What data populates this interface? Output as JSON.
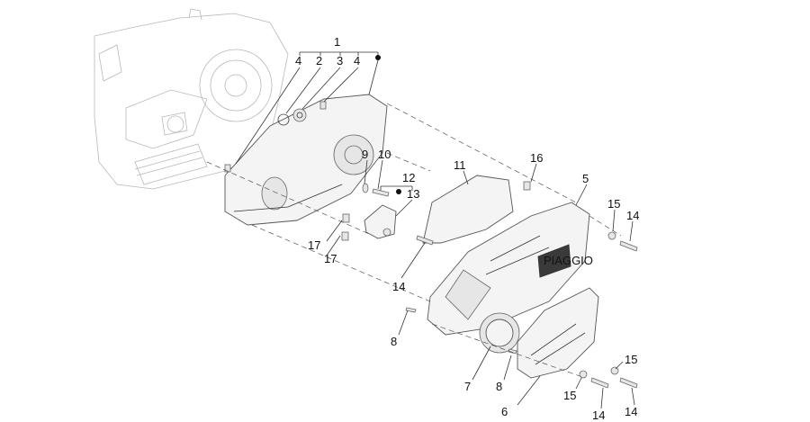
{
  "callouts": [
    {
      "id": "1",
      "text": "1"
    },
    {
      "id": "4a",
      "text": "4"
    },
    {
      "id": "2",
      "text": "2"
    },
    {
      "id": "3",
      "text": "3"
    },
    {
      "id": "4b",
      "text": "4"
    },
    {
      "id": "10",
      "text": "10"
    },
    {
      "id": "9",
      "text": "9"
    },
    {
      "id": "11",
      "text": "11"
    },
    {
      "id": "12",
      "text": "12"
    },
    {
      "id": "13",
      "text": "13"
    },
    {
      "id": "16",
      "text": "16"
    },
    {
      "id": "5",
      "text": "5"
    },
    {
      "id": "15a",
      "text": "15"
    },
    {
      "id": "14a",
      "text": "14"
    },
    {
      "id": "17a",
      "text": "17"
    },
    {
      "id": "17b",
      "text": "17"
    },
    {
      "id": "14b",
      "text": "14"
    },
    {
      "id": "8a",
      "text": "8"
    },
    {
      "id": "7",
      "text": "7"
    },
    {
      "id": "8b",
      "text": "8"
    },
    {
      "id": "6",
      "text": "6"
    },
    {
      "id": "15b",
      "text": "15"
    },
    {
      "id": "15c",
      "text": "15"
    },
    {
      "id": "14c",
      "text": "14"
    },
    {
      "id": "14d",
      "text": "14"
    }
  ],
  "logo_text": "PIAGGIO"
}
